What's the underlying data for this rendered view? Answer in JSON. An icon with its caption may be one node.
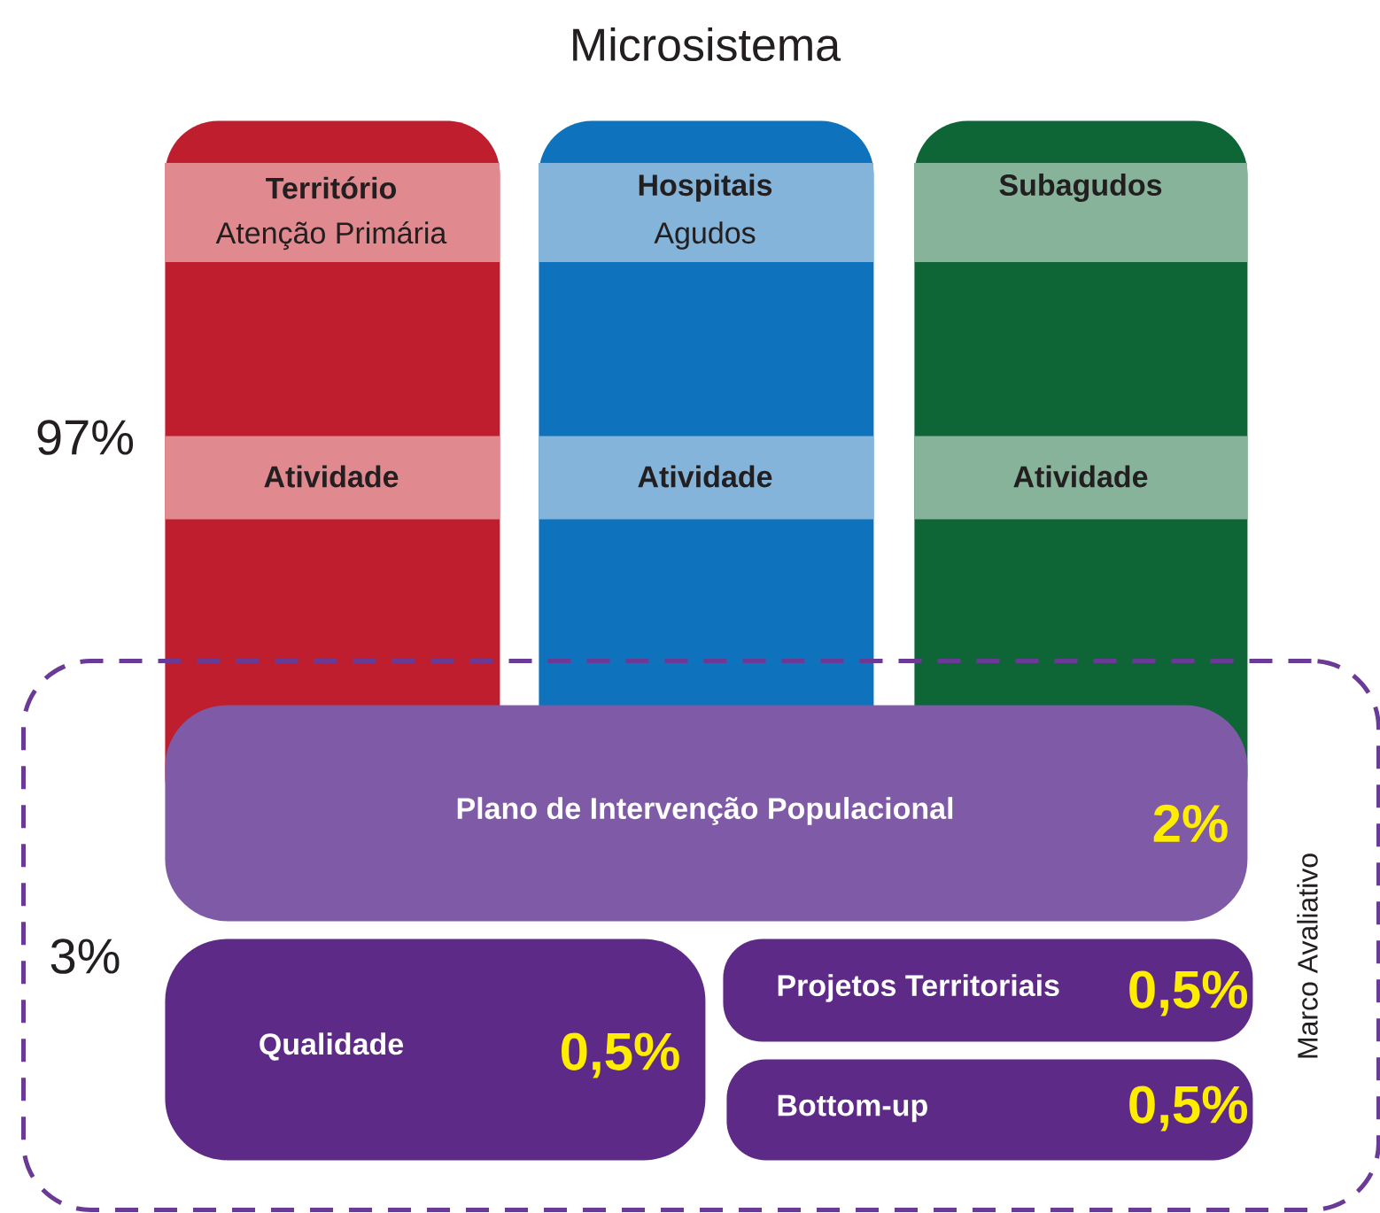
{
  "diagram": {
    "title": "Microsistema",
    "nodes": [
      {
        "text": [
          "Território",
          "Atenção Primária"
        ]
      },
      {
        "text": [
          "Atividade"
        ],
        "in": 0
      },
      {
        "text": [
          "Hospitais",
          "Agudos"
        ]
      },
      {
        "text": [
          "Atividade"
        ],
        "in": 2
      },
      {
        "text": [
          "Subagudos"
        ]
      },
      {
        "text": [
          "Atividade"
        ],
        "in": 4
      },
      {
        "text": [
          "Marco Avaliativo"
        ]
      },
      {
        "text": [
          "Plano de Intervenção Populacional",
          "2%"
        ],
        "in": 6
      },
      {
        "text": [
          "Qualidade",
          "0,5%"
        ],
        "in": 6
      },
      {
        "text": [
          "Projetos Territoriais",
          "0,5%"
        ],
        "in": 6
      },
      {
        "text": [
          "Bottom-up",
          "0,5%"
        ],
        "in": 6
      }
    ],
    "labels": [
      "97%",
      "3%"
    ]
  }
}
